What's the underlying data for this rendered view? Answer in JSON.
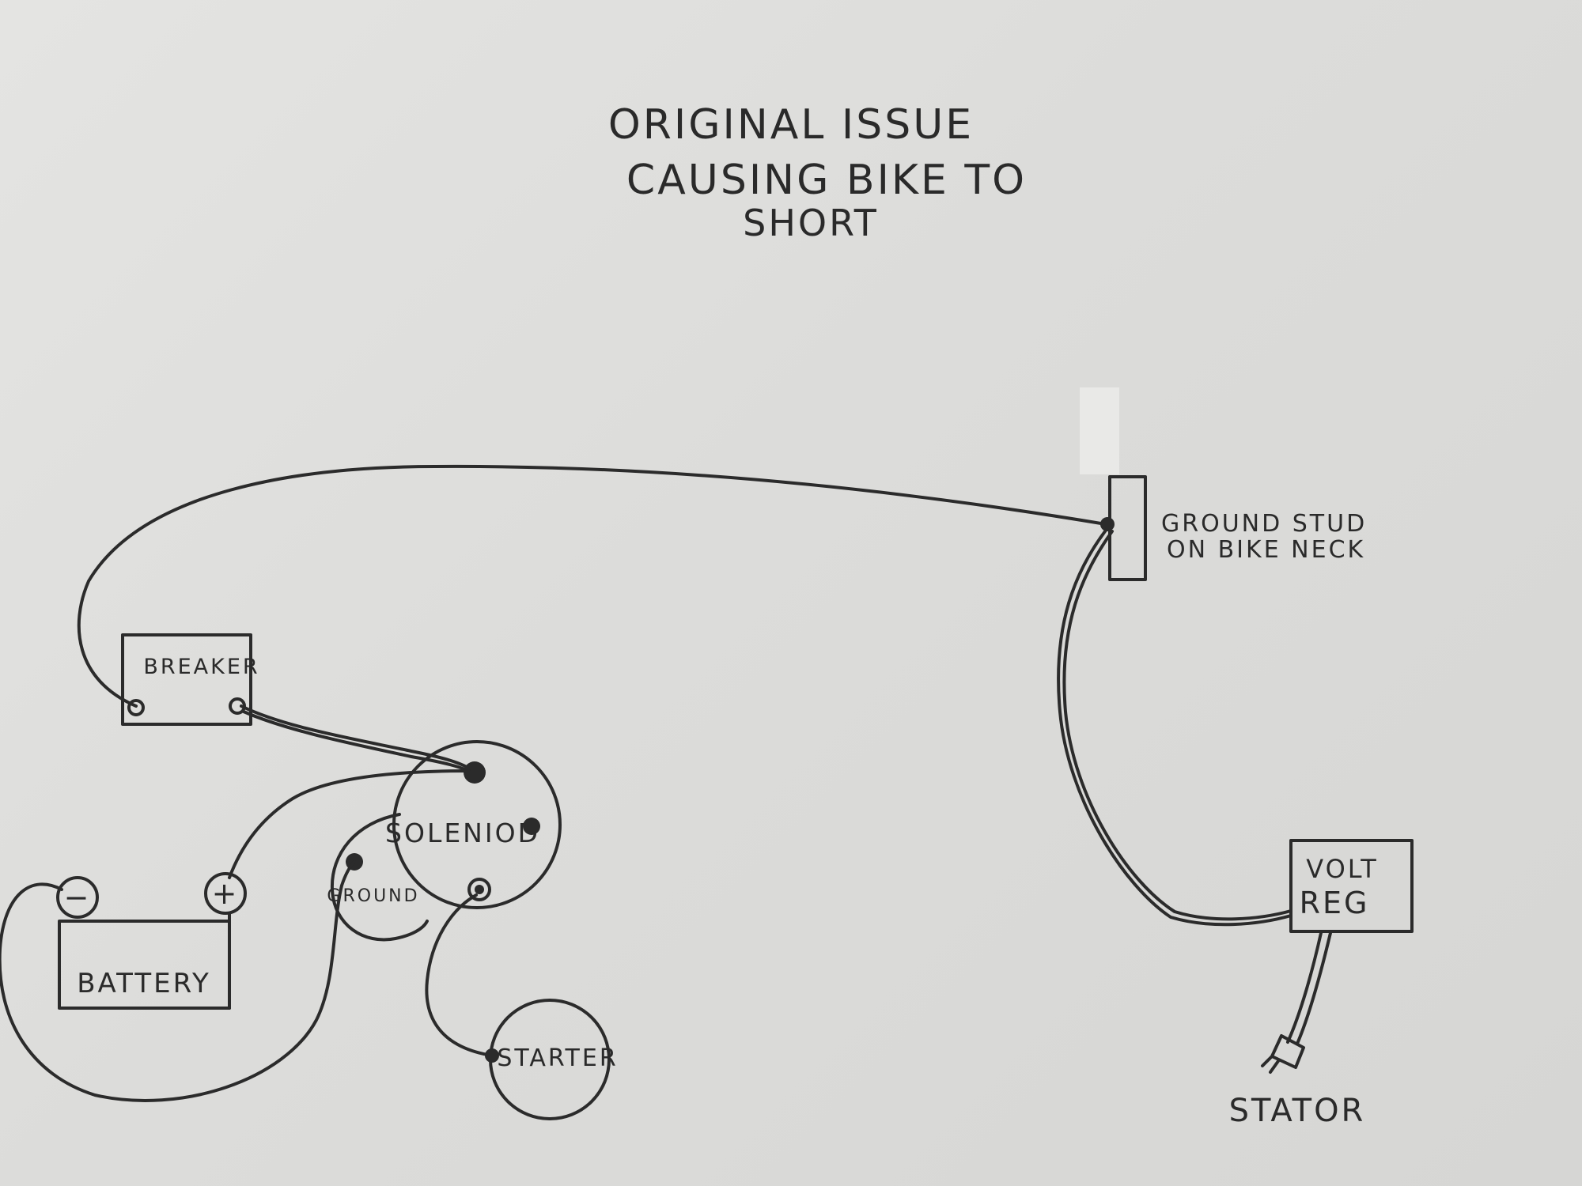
{
  "title": {
    "line1": "ORIGINAL ISSUE",
    "line2": "CAUSING BIKE TO",
    "line3": "SHORT"
  },
  "components": {
    "breaker": "BREAKER",
    "solenoid": "SOLENIOD",
    "ground": "GROUND",
    "battery": "BATTERY",
    "battery_negative": "−",
    "battery_positive": "+",
    "starter": "STARTER",
    "ground_stud_line1": "GROUND STUD",
    "ground_stud_line2": "ON BIKE NECK",
    "volt_reg_line1": "VOLT",
    "volt_reg_line2": "REG",
    "stator": "STATOR"
  },
  "colors": {
    "ink": "#2b2b2b",
    "paper": "#dcdcda"
  }
}
